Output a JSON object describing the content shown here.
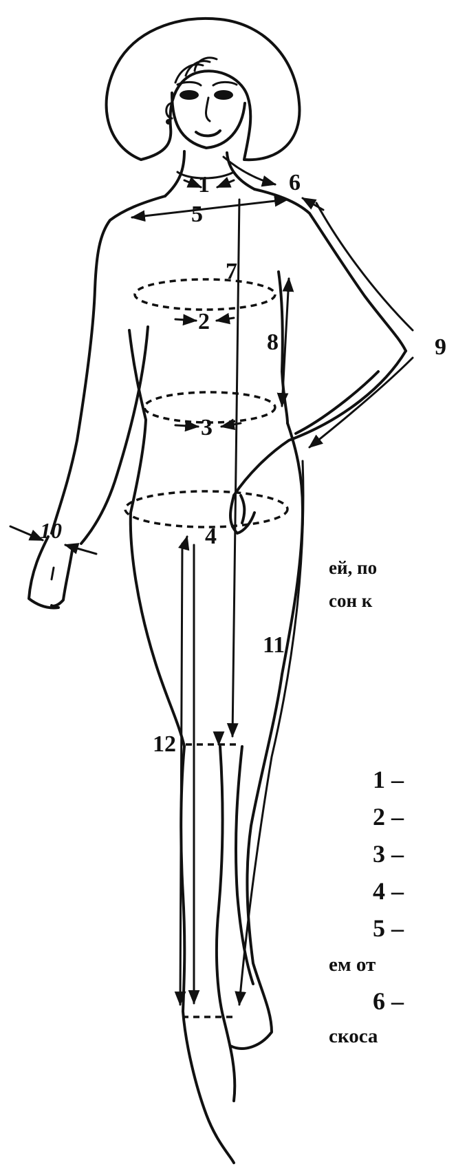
{
  "figure": {
    "labels": {
      "m1": "1",
      "m2": "2",
      "m3": "3",
      "m4": "4",
      "m5": "5",
      "m6": "6",
      "m7": "7",
      "m8": "8",
      "m9": "9",
      "m10": "10",
      "m11": "11",
      "m12": "12"
    }
  },
  "side_text": {
    "line1": "ей, по",
    "line2": "сон к"
  },
  "legend": {
    "items": [
      {
        "num": "1 –"
      },
      {
        "num": "2 –"
      },
      {
        "num": "3 –"
      },
      {
        "num": "4 –"
      },
      {
        "num": "5 –"
      }
    ],
    "line_a": "ем от",
    "item6": "6 –",
    "line_b": "скоса"
  }
}
